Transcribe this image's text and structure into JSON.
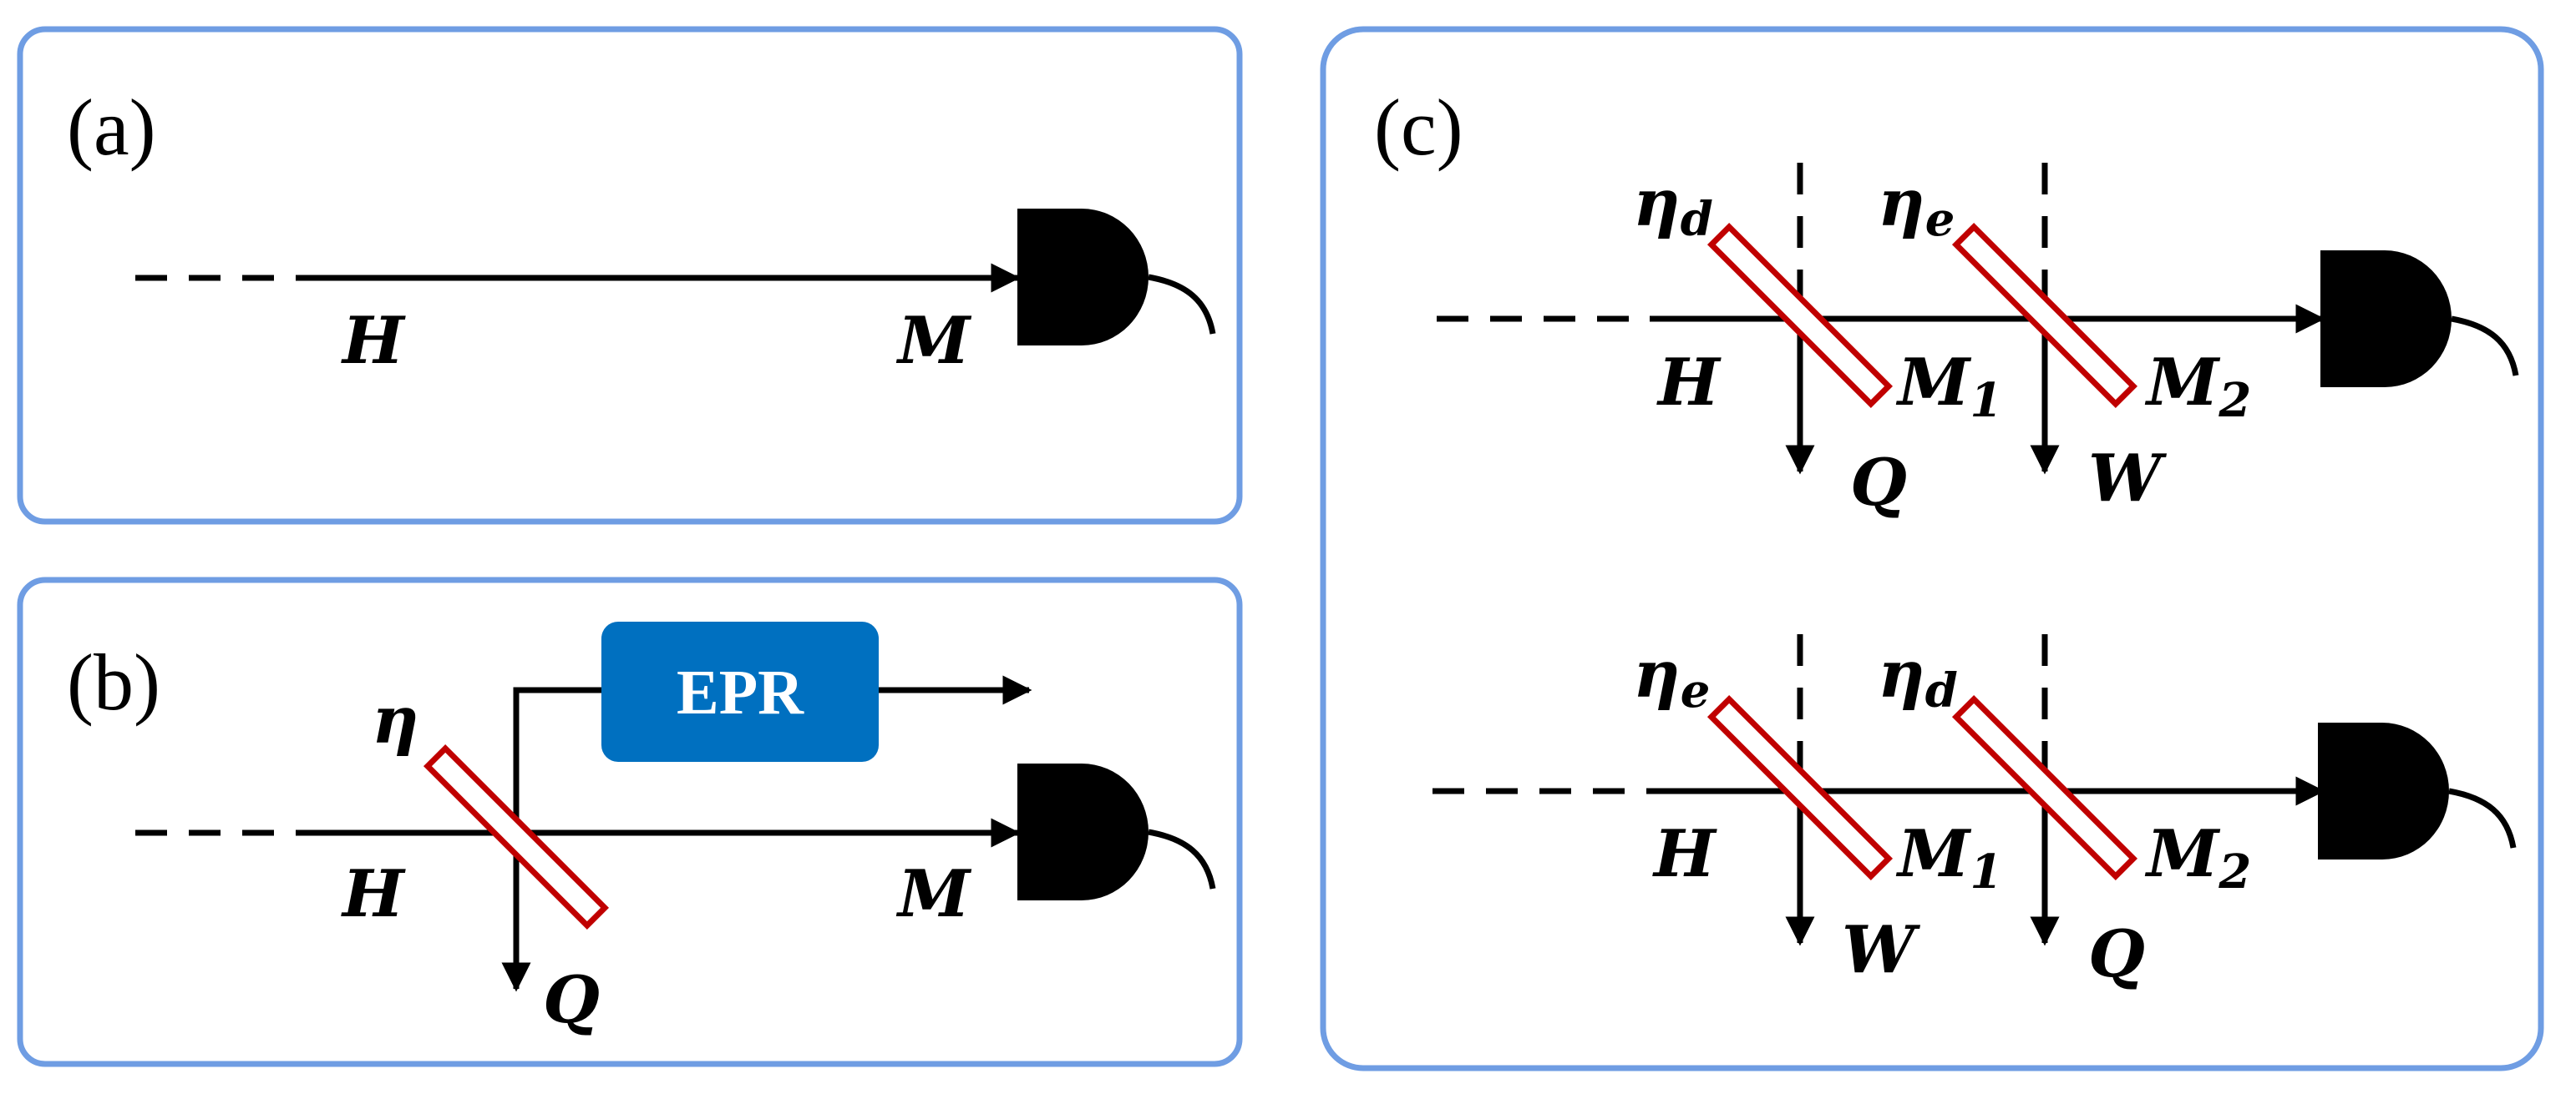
{
  "panels": {
    "a": {
      "label": "(a)",
      "input": "H",
      "output": "M"
    },
    "b": {
      "label": "(b)",
      "splitter": "η",
      "input": "H",
      "output": "M",
      "loss": "Q",
      "box": "EPR"
    },
    "c": {
      "label": "(c)",
      "top": {
        "splitter1": {
          "sym": "η",
          "sub": "d"
        },
        "splitter2": {
          "sym": "η",
          "sub": "e"
        },
        "input": "H",
        "m1": {
          "sym": "M",
          "sub": "1"
        },
        "m2": {
          "sym": "M",
          "sub": "2"
        },
        "out1": "Q",
        "out2": "W"
      },
      "bottom": {
        "splitter1": {
          "sym": "η",
          "sub": "e"
        },
        "splitter2": {
          "sym": "η",
          "sub": "d"
        },
        "input": "H",
        "m1": {
          "sym": "M",
          "sub": "1"
        },
        "m2": {
          "sym": "M",
          "sub": "2"
        },
        "out1": "W",
        "out2": "Q"
      }
    }
  },
  "colors": {
    "panel_border": "#6f9de3",
    "splitter": "#c00000",
    "epr_box": "#0070c0"
  }
}
